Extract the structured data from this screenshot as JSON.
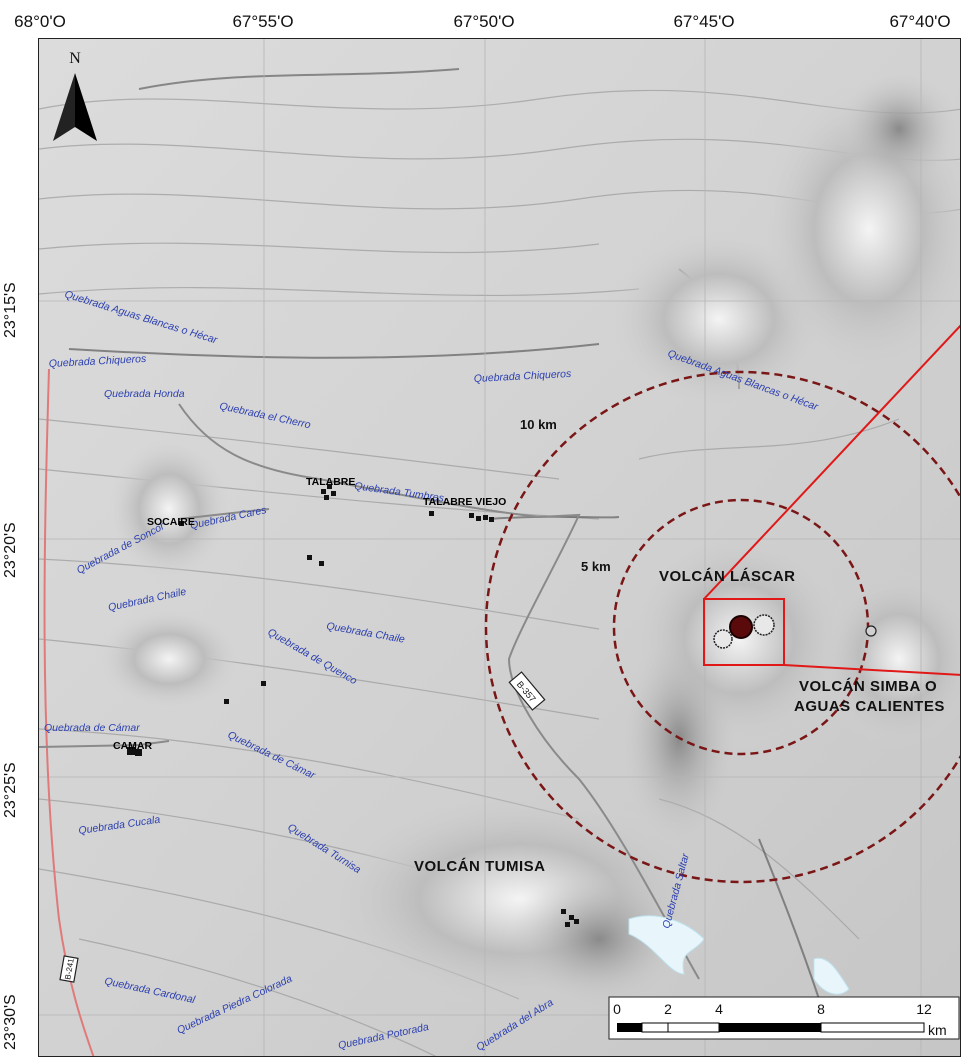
{
  "coords": {
    "top": [
      "68°0'O",
      "67°55'O",
      "67°50'O",
      "67°45'O",
      "67°40'O"
    ],
    "left": [
      "23°15'S",
      "23°20'S",
      "23°25'S",
      "23°30'S"
    ]
  },
  "north": "N",
  "quebradas": [
    "Quebrada Aguas Blancas o Hécar",
    "Quebrada Chiqueros",
    "Quebrada Honda",
    "Quebrada el Cherro",
    "Quebrada Chiqueros",
    "Quebrada Aguas Blancas o Hécar",
    "Quebrada de Soncor",
    "Quebrada Cares",
    "Quebrada Tumbres",
    "Quebrada Chaile",
    "Quebrada Chaile",
    "Quebrada de Quenco",
    "Quebrada de Cámar",
    "Quebrada de Cámar",
    "Quebrada Cucala",
    "Quebrada Turnisa",
    "Quebrada Cardonal",
    "Quebrada Piedra Colorada",
    "Quebrada Potorada",
    "Quebrada del Abra",
    "Quebrada Saltar"
  ],
  "towns": [
    "TALABRE",
    "TALABRE VIEJO",
    "SOCAIRE",
    "CAMAR"
  ],
  "volcanoes": {
    "lascar": "VOLCÁN LÁSCAR",
    "simba_1": "VOLCÁN SIMBA O",
    "simba_2": "AGUAS CALIENTES",
    "tumisa": "VOLCÁN TUMISA"
  },
  "rings": [
    "10 km",
    "5 km"
  ],
  "road": "B-357",
  "road2": "B-241",
  "scale": {
    "ticks": [
      "0",
      "2",
      "4",
      "8",
      "12"
    ],
    "unit": "km"
  },
  "colors": {
    "ring": "#7a1616",
    "inset": "#e01818",
    "river": "#2b3fb0",
    "crater": "#5a0a0a"
  }
}
